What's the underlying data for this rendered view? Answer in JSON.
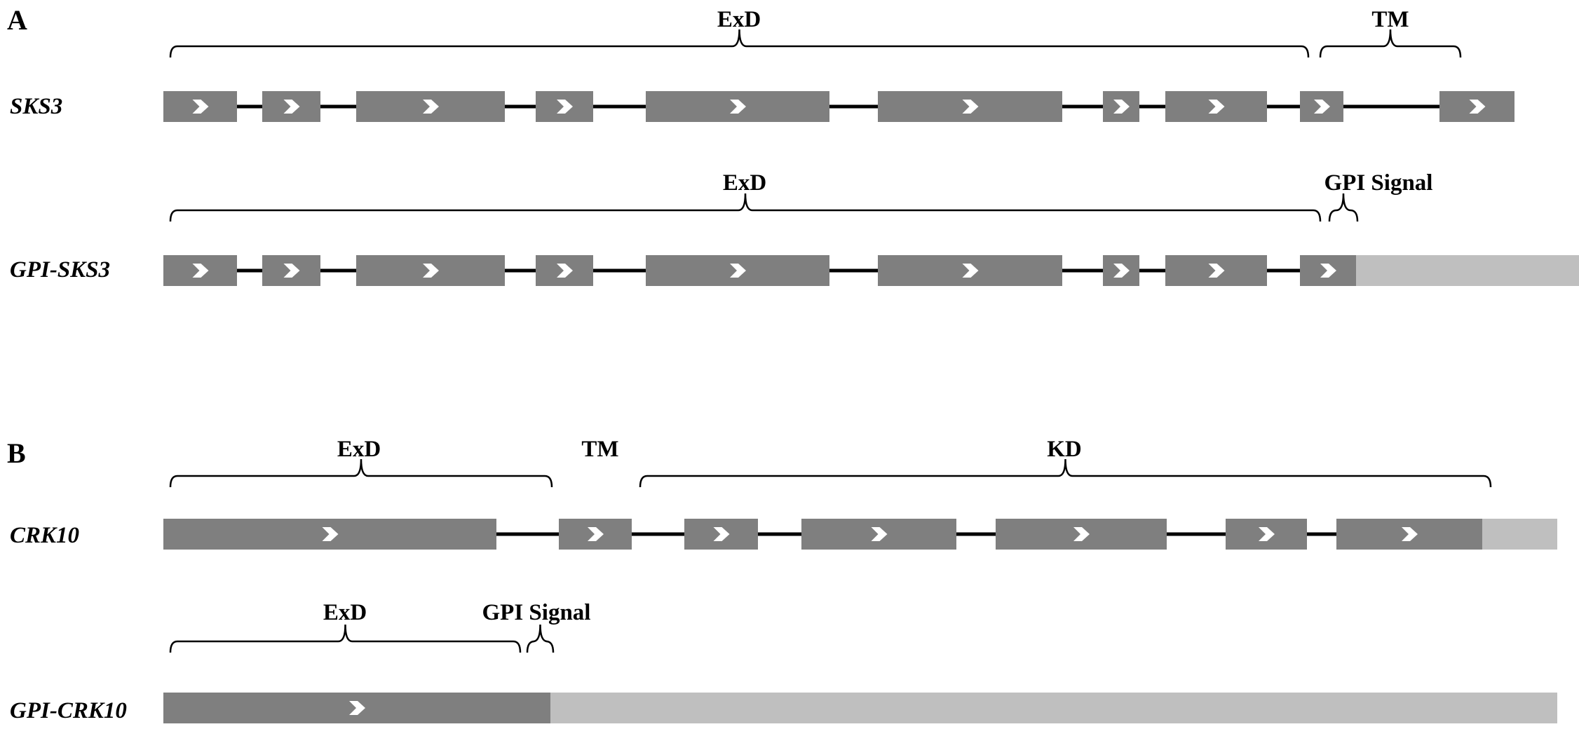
{
  "panels": [
    {
      "letter": "A",
      "tracks": [
        {
          "gene": "SKS3",
          "brackets": [
            {
              "label": "ExD"
            },
            {
              "label": "TM"
            }
          ]
        },
        {
          "gene": "GPI-SKS3",
          "brackets": [
            {
              "label": "ExD"
            },
            {
              "label": "GPI Signal"
            }
          ]
        }
      ]
    },
    {
      "letter": "B",
      "tracks": [
        {
          "gene": "CRK10",
          "brackets": [
            {
              "label": "ExD"
            },
            {
              "label": "TM"
            },
            {
              "label": "KD"
            }
          ]
        },
        {
          "gene": "GPI-CRK10",
          "brackets": [
            {
              "label": "ExD"
            },
            {
              "label": "GPI Signal"
            }
          ]
        }
      ]
    }
  ],
  "colors": {
    "exon": "#7f7f7f",
    "utr": "#bfbfbf",
    "intron": "#000000",
    "arrow": "#ffffff",
    "bracket": "#000000"
  }
}
